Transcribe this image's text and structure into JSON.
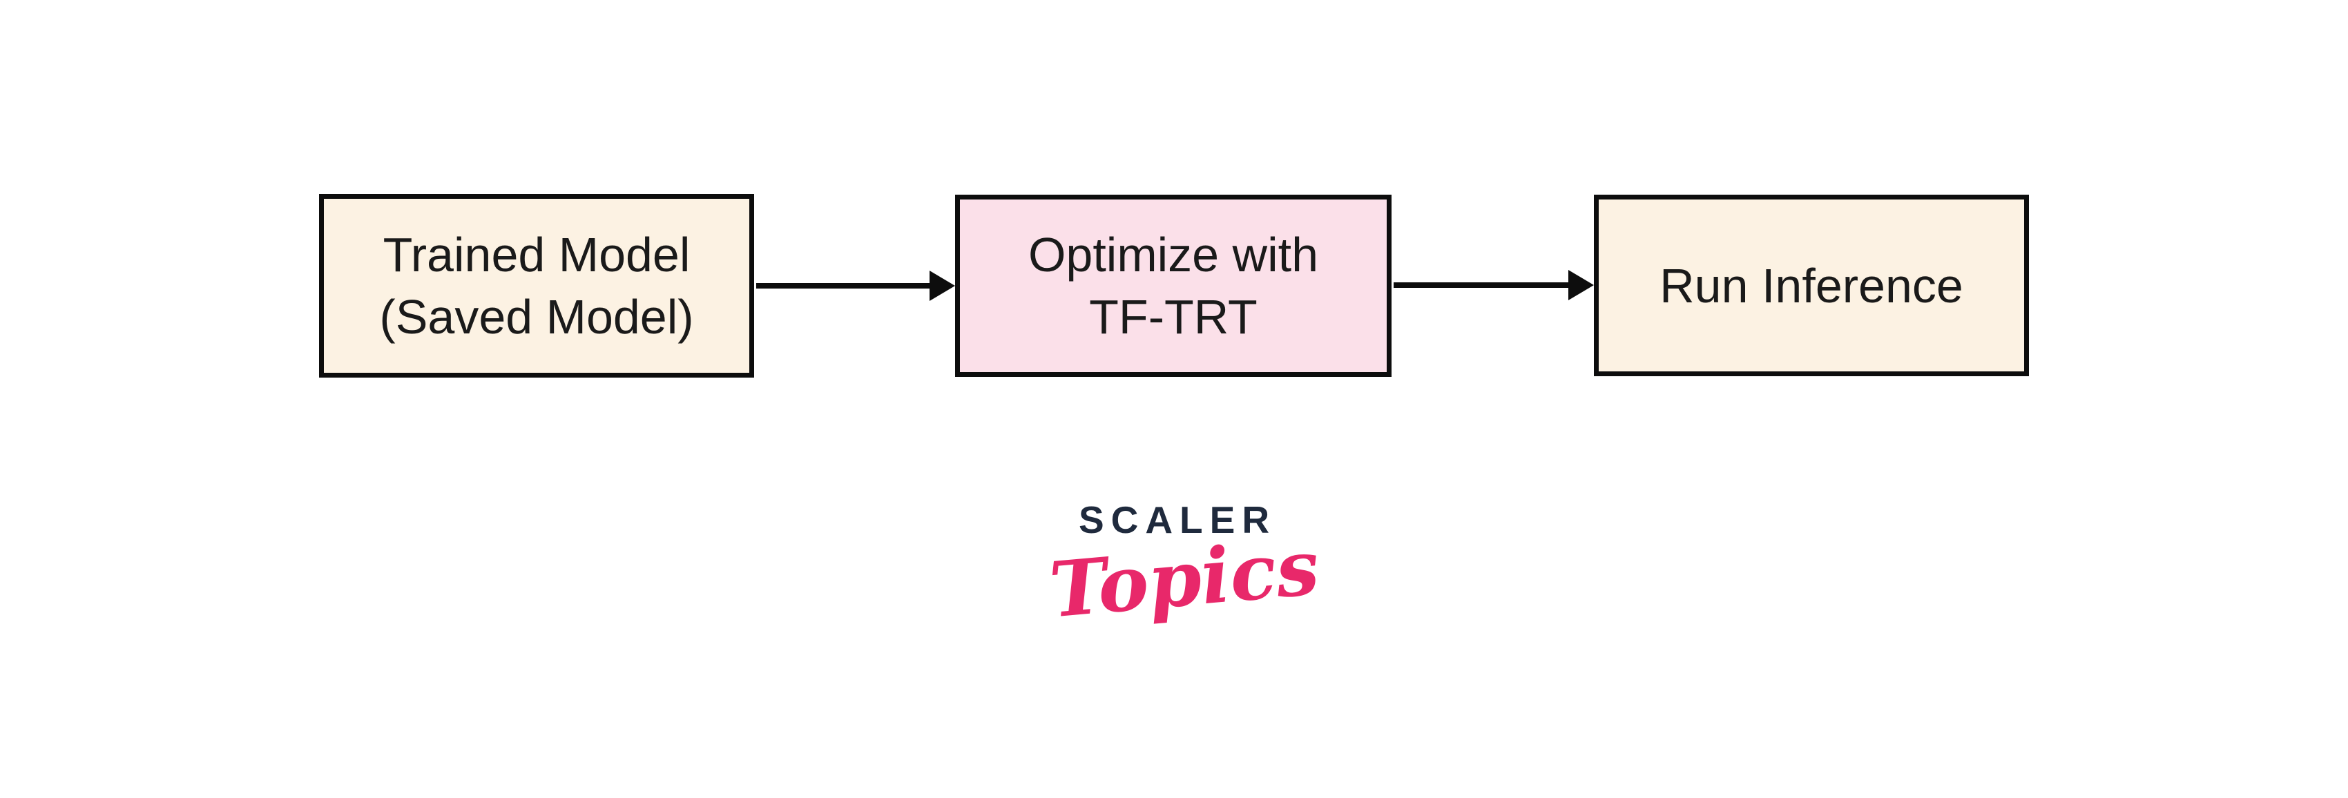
{
  "page": {
    "background": "#ffffff"
  },
  "diagram": {
    "type": "flowchart",
    "direction": "left-to-right",
    "border_color": "#0d0d0d",
    "text_color": "#1a1a1a",
    "arrow_color": "#0d0d0d",
    "nodes": [
      {
        "id": "trained-model",
        "lines": [
          "Trained Model",
          "(Saved Model)"
        ],
        "fill": "#fcf2e3"
      },
      {
        "id": "optimize-tftrt",
        "lines": [
          "Optimize with",
          "TF-TRT"
        ],
        "fill": "#fbe0e9"
      },
      {
        "id": "run-inference",
        "lines": [
          "Run Inference"
        ],
        "fill": "#fcf2e3"
      }
    ],
    "edges": [
      {
        "from": "trained-model",
        "to": "optimize-tftrt",
        "icon": "arrow-right-icon"
      },
      {
        "from": "optimize-tftrt",
        "to": "run-inference",
        "icon": "arrow-right-icon"
      }
    ]
  },
  "logo": {
    "brand": "SCALER",
    "sub": "Topics",
    "brand_color": "#1f2a3d",
    "sub_color": "#e8286a"
  }
}
